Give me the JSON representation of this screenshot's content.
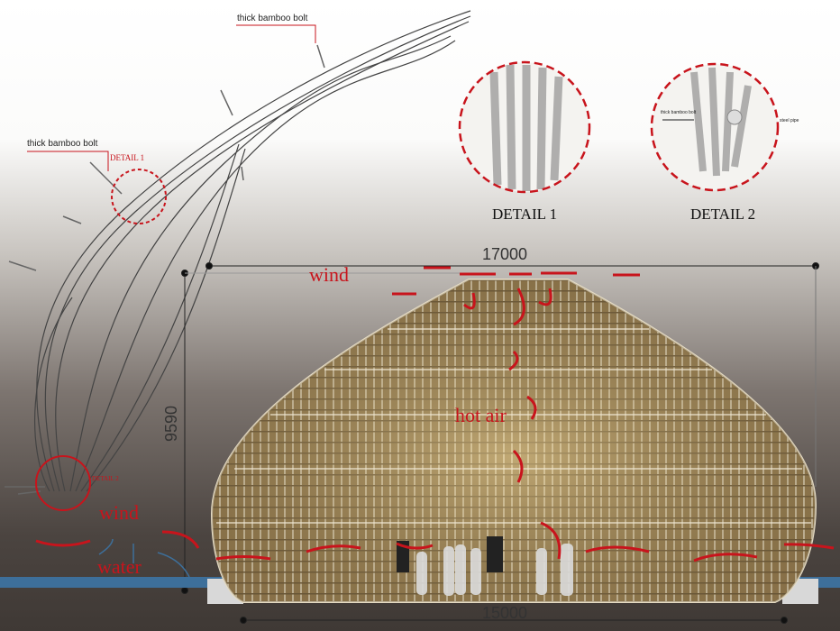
{
  "labels": {
    "bolt_top": "thick bamboo bolt",
    "bolt_left": "thick bamboo bolt",
    "detail1_callout": "DETAIL 1",
    "detail2_callout": "DETAIL 2",
    "detail1_title": "DETAIL 1",
    "detail2_title": "DETAIL 2",
    "detail2_bolt": "thick bamboo bolt",
    "detail2_pipe": "steel pipe",
    "wind_top": "wind",
    "wind_left": "wind",
    "hot_air": "hot air",
    "water": "water"
  },
  "dimensions": {
    "top_width": "17000",
    "height": "9590",
    "bottom_width": "15000"
  },
  "colors": {
    "annotation_red": "#c8141c",
    "dome_fill": "#a08654",
    "water_blue": "#3d6f9a"
  }
}
